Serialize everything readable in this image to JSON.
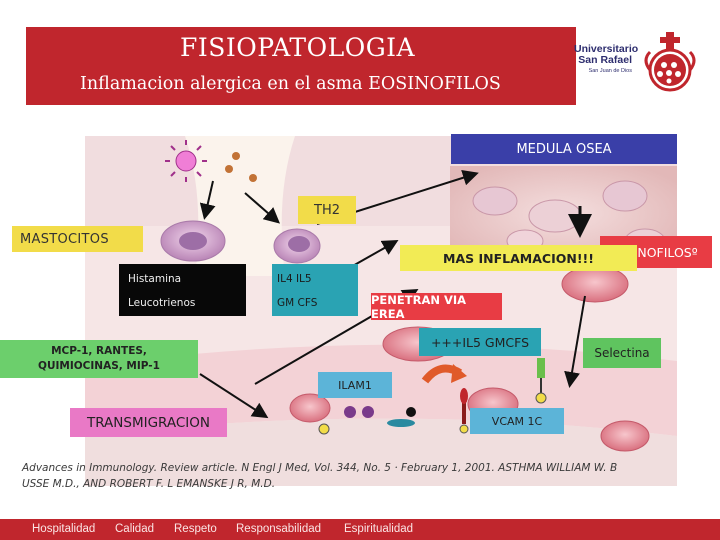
{
  "header": {
    "title": "FISIOPATOLOGIA",
    "subtitle": "Inflamacion alergica en el asma EOSINOFILOS"
  },
  "logo": {
    "line1": "Universitario",
    "line2": "San Rafael",
    "line3": "San Juan de Dios"
  },
  "labels": {
    "medula": "MEDULA OSEA",
    "th2": "TH2",
    "mastocitos": "MASTOCITOS",
    "histamina": "Histamina",
    "leucotrienos": "Leucotrienos",
    "il4": "IL4 IL5",
    "gmcfs": "GM CFS",
    "mas_inflamacion": "MAS INFLAMACION!!!",
    "eosinofilos": "EOSINOFILOSº",
    "penetran": "PENETRAN VIA EREA",
    "il5_gmcfs": "+++IL5 GMCFS",
    "selectina": "Selectina",
    "mcp_line1": "MCP-1, RANTES,",
    "mcp_line2": "QUIMIOCINAS, MIP-1",
    "ilam": "ILAM1",
    "transmigracion": "TRANSMIGRACION",
    "vcam": "VCAM 1C"
  },
  "citation": {
    "line1": "Advances in Immunology. Review article. N Engl J Med, Vol. 344, No. 5 · February 1, 2001. ASTHMA WILLIAM W. B",
    "line2": "USSE M.D., AND ROBERT F. L EMANSKE J R, M.D."
  },
  "footer": {
    "items": [
      "Hospitalidad",
      "Calidad",
      "Respeto",
      "Responsabilidad",
      "Espiritualidad"
    ]
  },
  "colors": {
    "brand_red": "#c0262d",
    "blue_label": "#3a3fa8",
    "yellow_label": "#f2dc49",
    "teal_label": "#2aa3b3",
    "green_label": "#6ccf6c",
    "pink_label": "#e979c6",
    "red_label": "#e83c44"
  }
}
